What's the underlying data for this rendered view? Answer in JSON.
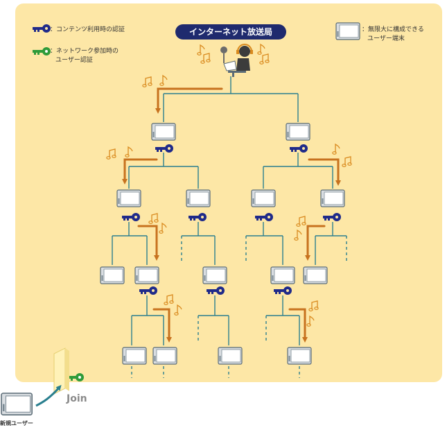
{
  "title": "インターネット放送局",
  "legend": {
    "content_auth": "：コンテンツ利用時の認証",
    "network_auth_line1": "：ネットワーク参加時の",
    "network_auth_line2": "ユーザー認証",
    "terminal_line1": "：無限大に構成できる",
    "terminal_line2": "ユーザー端末"
  },
  "join_label": "Join",
  "new_user_label": "新規ユーザー",
  "colors": {
    "panel": "#fde7a6",
    "line": "#2a7f8f",
    "arrow": "#c7721f",
    "key_blue": "#1f2a8a",
    "key_green": "#2f9b3a",
    "note": "#d98a1e",
    "badge": "#1f2a6e"
  }
}
